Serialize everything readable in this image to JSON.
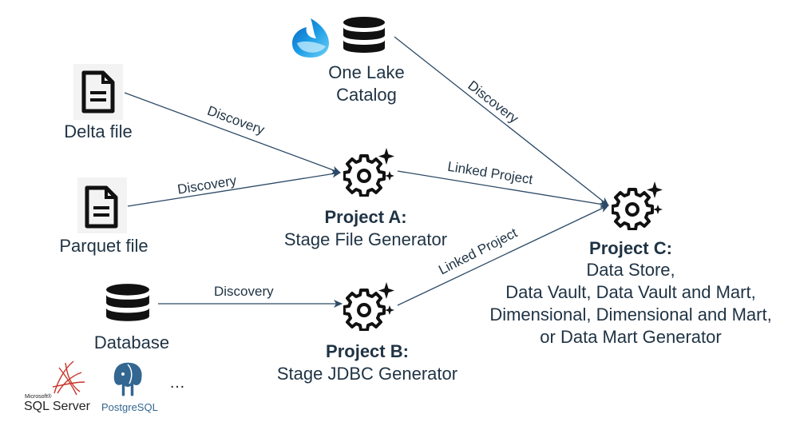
{
  "nodes": {
    "onelake": {
      "line1": "One Lake",
      "line2": "Catalog",
      "icons": [
        "onelake-logo-icon",
        "database-icon"
      ]
    },
    "delta": {
      "label": "Delta file",
      "icon": "file-icon"
    },
    "parquet": {
      "label": "Parquet file",
      "icon": "file-icon"
    },
    "database": {
      "label": "Database",
      "icon": "database-icon"
    },
    "project_a": {
      "title": "Project A:",
      "subtitle": "Stage File Generator",
      "icon": "gear-sparkle-icon"
    },
    "project_b": {
      "title": "Project B:",
      "subtitle": "Stage JDBC Generator",
      "icon": "gear-sparkle-icon"
    },
    "project_c": {
      "title": "Project C:",
      "lines": [
        "Data Store,",
        "Data Vault, Data Vault and Mart,",
        "Dimensional, Dimensional and Mart,",
        "or Data Mart Generator"
      ],
      "icon": "gear-sparkle-icon"
    }
  },
  "edges": {
    "delta_to_a": "Discovery",
    "parquet_to_a": "Discovery",
    "db_to_b": "Discovery",
    "onelake_to_c": "Discovery",
    "a_to_c": "Linked Project",
    "b_to_c": "Linked Project"
  },
  "logos": {
    "sqlserver_small": "Microsoft®",
    "sqlserver": "SQL Server",
    "postgres": "PostgreSQL",
    "ellipsis": "…"
  },
  "colors": {
    "edge": "#2c4a66",
    "icon": "#111111",
    "onelake_blue": "#1a7fd4",
    "sqlserver_red": "#c8352b",
    "postgres_blue": "#336791"
  }
}
